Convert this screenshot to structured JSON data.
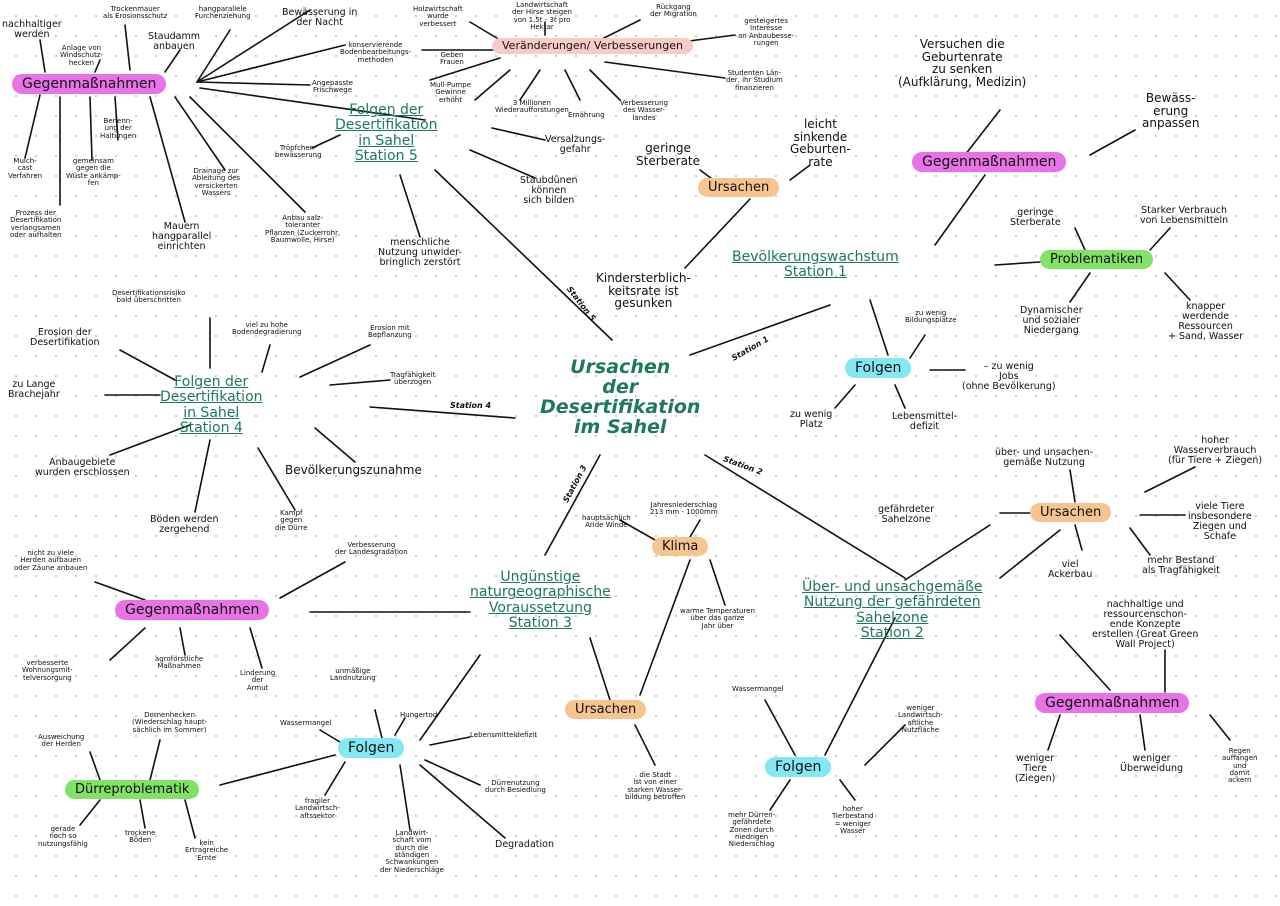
{
  "center": "Ursachen\nder\nDesertifikation\nim Sahel",
  "station_labels": {
    "s1": "Station 1",
    "s2": "Station 2",
    "s3": "Station 3",
    "s4": "Station 4",
    "s5": "Station 5"
  },
  "station1": {
    "title": "Bevölkerungswachstum\nStation 1",
    "ursachen": "Ursachen",
    "geringe_sterberate": "geringe\nSterberate",
    "leicht_sinkende": "leicht\nsinkende\nGeburten-\nrate",
    "kindersterblichkeit": "Kindersterblich-\nkeitsrate ist\ngesunken",
    "gegenmassnahmen": "Gegenmaßnahmen",
    "geburtenrate_senken": "Versuchen die\nGeburtenrate\nzu senken\n(Aufklärung, Medizin)",
    "bewaesserung": "Bewäss-\nerung\nanpassen",
    "problematiken": "Problematiken",
    "pr_sterberate": "geringe\nSterberate",
    "pr_verbrauch": "Starker Verbrauch\nvon Lebensmitteln",
    "pr_dynamisch": "Dynamischer\nund sozialer\nNiedergang",
    "pr_ressourcen": "knapper\nwerdende\nRessourcen\n+ Sand, Wasser",
    "folgen": "Folgen",
    "f_bildung": "zu wenig\nBildungsplätze",
    "f_jobs": "– zu wenig\nJobs\n(ohne Bevölkerung)",
    "f_platz": "zu wenig\nPlatz",
    "f_lebensmittel": "Lebensmittel-\ndefizit"
  },
  "station2": {
    "title": "Über- und unsachgemäße\nNutzung der gefährdeten\nSahelzone\nStation 2",
    "ursachen": "Ursachen",
    "u_gemaess": "über- und unsachen-\ngemäße Nutzung",
    "u_wasserverbrauch": "hoher\nWasserverbrauch\n(für Tiere + Ziegen)",
    "u_gefaehrdet": "gefährdeter\nSahelzone",
    "u_tiere": "viele Tiere\ninsbesondere\nZiegen und\nSchafe",
    "u_ackerbau": "viel\nAckerbau",
    "u_bestand": "mehr Bestand\nals Tragfähigkeit",
    "gegenmassnahmen": "Gegenmaßnahmen",
    "g_nachhaltig": "nachhaltige und\nressourcenschon-\nende Konzepte\nerstellen (Great Green\nWall Project)",
    "g_tiere": "weniger\nTiere\n(Ziegen)",
    "g_ueberweidung": "weniger\nÜberweidung",
    "g_regen": "Regen\nauffangen\nund\ndamit\nackern",
    "folgen": "Folgen",
    "f_wassermangel": "Wassermangel",
    "f_landwirtschaft": "weniger\nLandwirtsch-\naftliche\nNutzfläche",
    "f_duerren": "mehr Dürren-\ngefährdete\nZonen durch\nniedrigen\nNiederschlag",
    "f_tierbestand": "hoher\nTierbestand\n= weniger\nWasser"
  },
  "station3": {
    "title": "Ungünstige\nnaturgeographische\nVoraussetzung\nStation 3",
    "klima": "Klima",
    "k_winde": "hauptsächlich\nAride Winde",
    "k_niederschlag": "Jahresniederschlag\n213 mm - 1000mm",
    "k_temperatur": "warme Temperaturen\nüber das ganze\nJahr über",
    "ursachen": "Ursachen",
    "u_stadt": "die Stadt\nist von einer\nstarken Wasser-\nbildung betroffen",
    "gegenmassnahmen": "Gegenmaßnahmen",
    "g_herden": "nicht zu viele\nHerden aufbauen\noder Zäune anbauen",
    "g_verbesserung": "Verbesserung\nder Landesgradation",
    "g_wohnung": "verbesserte\nWohnungsmit-\ntelversorgung",
    "g_agroforst": "agroforstliche\nMaßnahmen",
    "g_armut": "Linderung\nder\nArmut",
    "folgen": "Folgen",
    "f_wassermangel": "Wassermangel",
    "f_landnutzung": "unmäßige\nLandnutzung",
    "f_hunger": "Hungertod",
    "f_lebensmittel": "Lebensmitteldefizit",
    "f_fragiler": "fragiler\nLandwirtsch-\naftssektor",
    "f_landwirtschaft": "Landwirt-\nschaft vom\ndurch die\nständigen\nSchwankungen\nder Niederschläge",
    "f_duerre": "Dürrenutzung\ndurch Besiedlung",
    "f_degradation": "Degradation",
    "duerreproblematik": "Dürreproblematik",
    "d_dornenhecken": "Dornenhecken\n(Wiederschlag haupt-\nsächlich im Sommer)",
    "d_herden": "Ausweichung\nder Herden",
    "d_nutzung": "gerade\nnoch so\nnutzungsfähig",
    "d_boden": "trockene\nBöden",
    "d_ertrag": "kein\nErtragreiche\nErnte"
  },
  "station4": {
    "title": "Folgen der\nDesertifikation\nin Sahel\nStation 4",
    "risiko": "Desertifikationsrisiko\nbald überschritten",
    "erosion": "Erosion der\nDesertifikation",
    "bodendegradierung": "viel zu hohe\nBodendegradierung",
    "erosion_bepflanzung": "Erosion mit\nBepflanzung",
    "brachejahr": "zu Lange\nBrachejahr",
    "tragfaehigkeit": "Tragfähigkeit\nüberzogen",
    "anbaugebiete": "Anbaugebiete\nwurden erschlossen",
    "bevoelkerungszunahme": "Bevölkerungszunahme",
    "boeden": "Böden werden\nzergehend",
    "kampf": "Kampf\ngegen\ndie Dürre"
  },
  "station5": {
    "title": "Folgen der\nDesertifikation\nin Sahel\nStation 5",
    "gegenmassnahmen": "Gegenmaßnahmen",
    "g_nachhaltiger": "nachhaltiger\nwerden",
    "g_trockenmauer": "Trockenmauer\nals Erosionsschutz",
    "g_hangparallel": "hangparallele\nFurchenziehung",
    "g_bewaesserung": "Bewässerung in\nder Nacht",
    "g_windschutz": "Anlage von\nWindschutz-\nhecken",
    "g_staudamm": "Staudamm\nanbauen",
    "g_bodenbearbeitung": "konservierende\nBodenbearbeitungs-\nmethoden",
    "g_frischwege": "Angepasste\nFrischwege",
    "g_mulch": "Mulch-\ncast\nVerfahren",
    "g_gemeinsam": "gemeinsam\ngegen die\nWüste ankämp-\nfen",
    "g_benenn": "Benenn-\nung der\nHaltungen",
    "g_drainage": "Drainage zur\nAbleitung des\nversickerten\nWassers",
    "g_tropfen": "Tröpfchen-\nbewässerung",
    "g_prozess": "Prozess der\nDesertifikation\nverlangsamen\noder aufhalten",
    "g_mauern": "Mauern\nhangparallel\neinrichten",
    "g_anbau": "Anbau salz-\ntoleranter\nPflanzen (Zuckerrohr,\nBaumwolle, Hirse)",
    "veraenderungen": "Veränderungen/\nVerbesserungen",
    "v_holzwirtschaft": "Holzwirtschaft\nwurde\nverbessert",
    "v_landwirtschaft": "Landwirtschaft\nder Hirse steigen\nvon 1,5t - 3t pro\nHektar",
    "v_rueckgang": "Rückgang\nder Migration",
    "v_gesteigertes": "gesteigertes\nInteresse\nan Anbaubesse-\nrungen",
    "v_geben": "Geben\nFrauen",
    "v_studenten": "Studenten Län-\nder, ihr Studium\nfinanzieren",
    "v_mullpumpe": "Mull-Pumpe\nGewinne\nerhöht",
    "v_hektar": "3 Millionen\nWiederaufforstungen",
    "v_ernaehrung": "Ernährung",
    "v_verbesserung": "Verbesserung\ndes Wasser-\nlandes",
    "versalzung": "Versalzungs-\ngefahr",
    "staubduenen": "Staubdünen\nkönnen\nsich bilden",
    "menschliche": "menschliche\nNutzung unwider-\nbringlich zerstört"
  }
}
